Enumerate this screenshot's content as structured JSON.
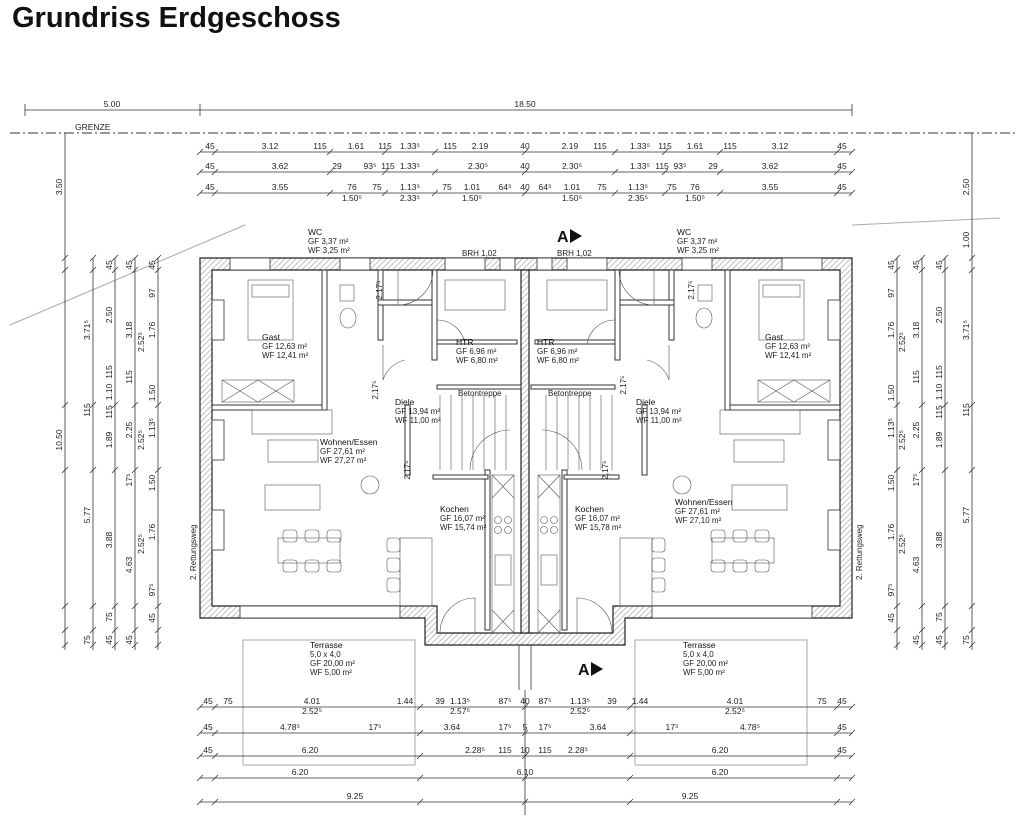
{
  "title": "Grundriss Erdgeschoss",
  "boundary_label": "GRENZE",
  "overall_dims": {
    "setback": "5.00",
    "length": "18.50"
  },
  "top_rows": [
    [
      "45",
      "3.12",
      "115",
      "1.61",
      "115",
      "1.33⁵",
      "115",
      "2.19",
      "40",
      "2.19",
      "115",
      "1.33⁵",
      "115",
      "1.61",
      "115",
      "3.12",
      "45"
    ],
    [
      "45",
      "3.62",
      "29",
      "93⁵",
      "115",
      "1.33⁵",
      "2.30⁵",
      "40",
      "2.30⁵",
      "1.33⁵",
      "115",
      "93⁵",
      "29",
      "3.62",
      "45"
    ],
    [
      "45",
      "3.55",
      "76",
      "75",
      "1.13⁵",
      "75",
      "1.01",
      "64⁵",
      "40",
      "64⁵",
      "1.01",
      "75",
      "1.13⁵",
      "75",
      "76",
      "3.55",
      "45"
    ],
    [
      "1.50⁵",
      "2.33⁵",
      "1.50⁵",
      "1.50⁵",
      "2.35⁵",
      "1.50⁵"
    ]
  ],
  "bottom_rows": [
    [
      "45",
      "75",
      "4.01",
      "1.44",
      "39",
      "1.13⁵",
      "87⁵",
      "40",
      "87⁵",
      "1.13⁵",
      "39",
      "1.44",
      "4.01",
      "75",
      "45"
    ],
    [
      "2.52⁵",
      "2.57⁵",
      "2.52⁵",
      "2.52⁵"
    ],
    [
      "45",
      "4.78⁵",
      "17⁵",
      "3.64",
      "17⁵",
      "5",
      "17⁵",
      "3.64",
      "17⁵",
      "4.78⁵",
      "45"
    ],
    [
      "45",
      "6.20",
      "2.28⁵",
      "115",
      "10",
      "115",
      "2.28⁵",
      "6.20",
      "45"
    ],
    [
      "6.20",
      "6.10",
      "6.20"
    ],
    [
      "9.25",
      "9.25"
    ]
  ],
  "left_cols": [
    [
      "3.50",
      "10.50"
    ],
    [
      "3.71⁵",
      "115",
      "5.77",
      "75"
    ],
    [
      "45",
      "2.50",
      "115",
      "1.10",
      "115",
      "1.89",
      "3.88",
      "75",
      "45"
    ],
    [
      "45",
      "3.18",
      "115",
      "2.25",
      "17⁵",
      "4.63",
      "45"
    ],
    [
      "45",
      "97",
      "1.76",
      "2.52⁵",
      "1.50",
      "1.13⁵",
      "2.52⁵",
      "1.50",
      "1.76",
      "2.52⁵",
      "97⁵",
      "45"
    ]
  ],
  "right_cols": [
    [
      "2.50",
      "1.00",
      "3.71⁵",
      "115",
      "5.77",
      "75"
    ],
    [
      "45",
      "2.50",
      "115",
      "1.10",
      "115",
      "1.89",
      "3.88",
      "75",
      "45"
    ],
    [
      "45",
      "3.18",
      "115",
      "2.25",
      "17⁵",
      "4.63",
      "45"
    ],
    [
      "45",
      "97",
      "1.76",
      "2.52⁵",
      "1.50",
      "1.13⁵",
      "2.52⁵",
      "1.50",
      "1.76",
      "2.52⁵",
      "97⁵",
      "45"
    ]
  ],
  "rooms": [
    {
      "name": "WC",
      "gf": "GF 3,37 m²",
      "wf": "WF 3,25 m²"
    },
    {
      "name": "Gast",
      "gf": "GF 12,63 m²",
      "wf": "WF 12,41 m²"
    },
    {
      "name": "HTR",
      "gf": "GF 6,96 m²",
      "wf": "WF 6,80 m²"
    },
    {
      "name": "Diele",
      "gf": "GF 13,94 m²",
      "wf": "WF 11,00 m²"
    },
    {
      "name": "Wohnen/Essen",
      "gf": "GF 27,61 m²",
      "wf": "WF 27,27 m²"
    },
    {
      "name": "Kochen",
      "gf": "GF 16,07 m²",
      "wf": "WF 15,74 m²"
    },
    {
      "name": "Terrasse",
      "size": "5,0 x 4,0",
      "gf": "GF 20,00 m²",
      "wf": "WF 5,00 m²"
    },
    {
      "name": "HTR",
      "gf": "GF 6,96 m²",
      "wf": "WF 6,80 m²"
    },
    {
      "name": "Diele",
      "gf": "GF 13,94 m²",
      "wf": "WF 11,00 m²"
    },
    {
      "name": "WC",
      "gf": "GF 3,37 m²",
      "wf": "WF 3,25 m²"
    },
    {
      "name": "Gast",
      "gf": "GF 12,63 m²",
      "wf": "WF 12,41 m²"
    },
    {
      "name": "Wohnen/Essen",
      "gf": "GF 27,61 m²",
      "wf": "WF 27,10 m²"
    },
    {
      "name": "Kochen",
      "gf": "GF 16,07 m²",
      "wf": "WF 15,78 m²"
    },
    {
      "name": "Terrasse",
      "size": "5,0 x 4,0",
      "gf": "GF 20,00 m²",
      "wf": "WF 5,00 m²"
    }
  ],
  "annotations": {
    "brh": "BRH 1,02",
    "section": "A",
    "escape": "2. Rettungsweg",
    "stairs": "Betontreppe",
    "door_height": "2,17⁵"
  }
}
